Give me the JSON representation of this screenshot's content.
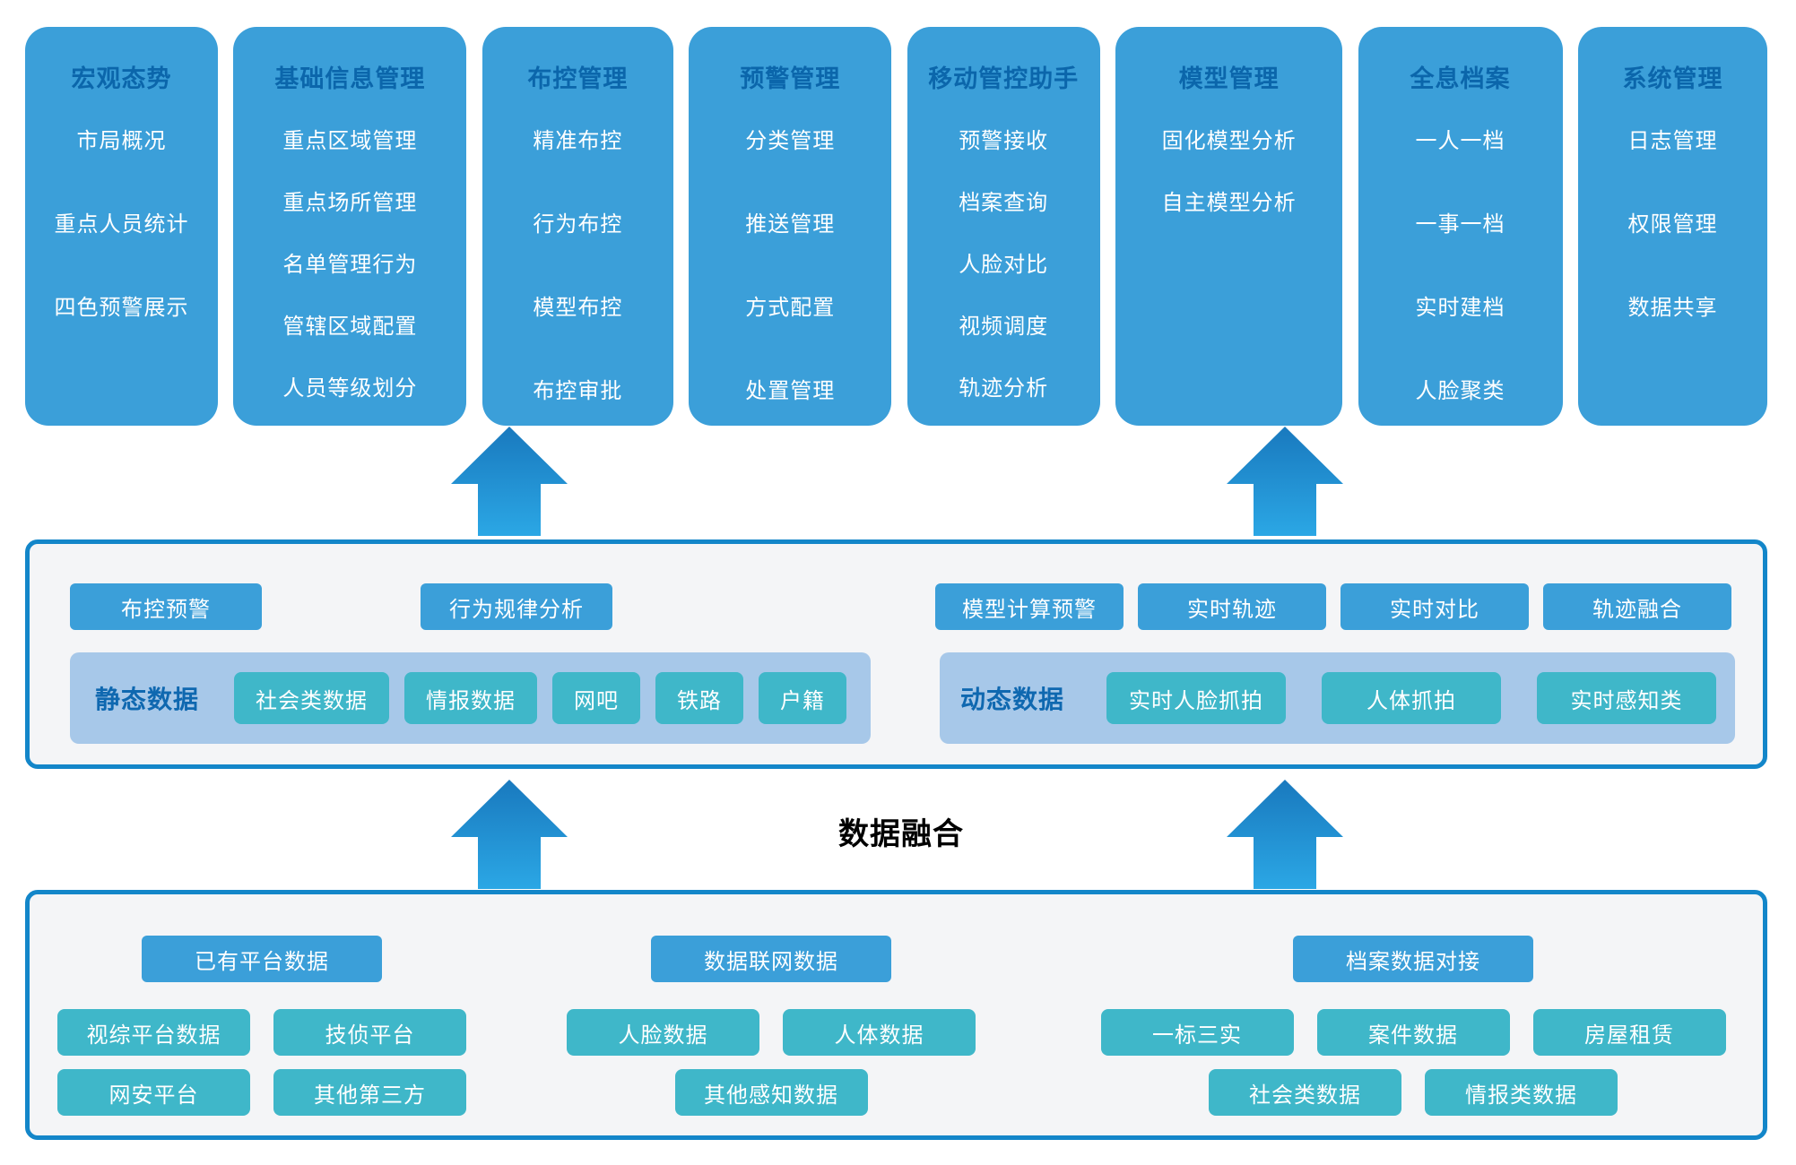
{
  "modules": [
    {
      "title": "宏观态势",
      "items": [
        "市局概况",
        "重点人员统计",
        "四色预警展示"
      ]
    },
    {
      "title": "基础信息管理",
      "items": [
        "重点区域管理",
        "重点场所管理",
        "名单管理行为",
        "管辖区域配置",
        "人员等级划分"
      ]
    },
    {
      "title": "布控管理",
      "items": [
        "精准布控",
        "行为布控",
        "模型布控",
        "布控审批"
      ]
    },
    {
      "title": "预警管理",
      "items": [
        "分类管理",
        "推送管理",
        "方式配置",
        "处置管理"
      ]
    },
    {
      "title": "移动管控助手",
      "items": [
        "预警接收",
        "档案查询",
        "人脸对比",
        "视频调度",
        "轨迹分析"
      ]
    },
    {
      "title": "模型管理",
      "items": [
        "固化模型分析",
        "自主模型分析"
      ]
    },
    {
      "title": "全息档案",
      "items": [
        "一人一档",
        "一事一档",
        "实时建档",
        "人脸聚类"
      ]
    },
    {
      "title": "系统管理",
      "items": [
        "日志管理",
        "权限管理",
        "数据共享"
      ]
    }
  ],
  "analysis_panel": {
    "buttons_left": [
      "布控预警",
      "行为规律分析"
    ],
    "buttons_right": [
      "模型计算预警",
      "实时轨迹",
      "实时对比",
      "轨迹融合"
    ],
    "static_group": {
      "label": "静态数据",
      "items": [
        "社会类数据",
        "情报数据",
        "网吧",
        "铁路",
        "户籍"
      ]
    },
    "dynamic_group": {
      "label": "动态数据",
      "items": [
        "实时人脸抓拍",
        "人体抓拍",
        "实时感知类"
      ]
    }
  },
  "fusion_label": "数据融合",
  "source_panel": {
    "groups": [
      {
        "header": "已有平台数据",
        "rows": [
          {
            "cells": [
              "视综平台数据",
              "技侦平台"
            ]
          },
          {
            "cells": [
              "网安平台",
              "其他第三方"
            ]
          }
        ]
      },
      {
        "header": "数据联网数据",
        "rows": [
          {
            "cells": [
              "人脸数据",
              "人体数据"
            ]
          },
          {
            "cells": [
              "其他感知数据"
            ]
          }
        ]
      },
      {
        "header": "档案数据对接",
        "rows": [
          {
            "cells": [
              "一标三实",
              "案件数据",
              "房屋租赁"
            ]
          },
          {
            "cells": [
              "社会类数据",
              "情报类数据"
            ]
          }
        ]
      }
    ]
  },
  "colors": {
    "module_fill": "#3B9FD9",
    "module_header_text": "#0B66AB",
    "teal_fill": "#3FB7C9",
    "bar_fill": "#A7C8E9",
    "bar_label_text": "#0F68B0",
    "panel_bg": "#F4F5F7",
    "panel_border": "#1386C9",
    "arrow_top": "#1979BE",
    "arrow_bottom": "#2BA7E5",
    "fusion_text": "#000000"
  }
}
